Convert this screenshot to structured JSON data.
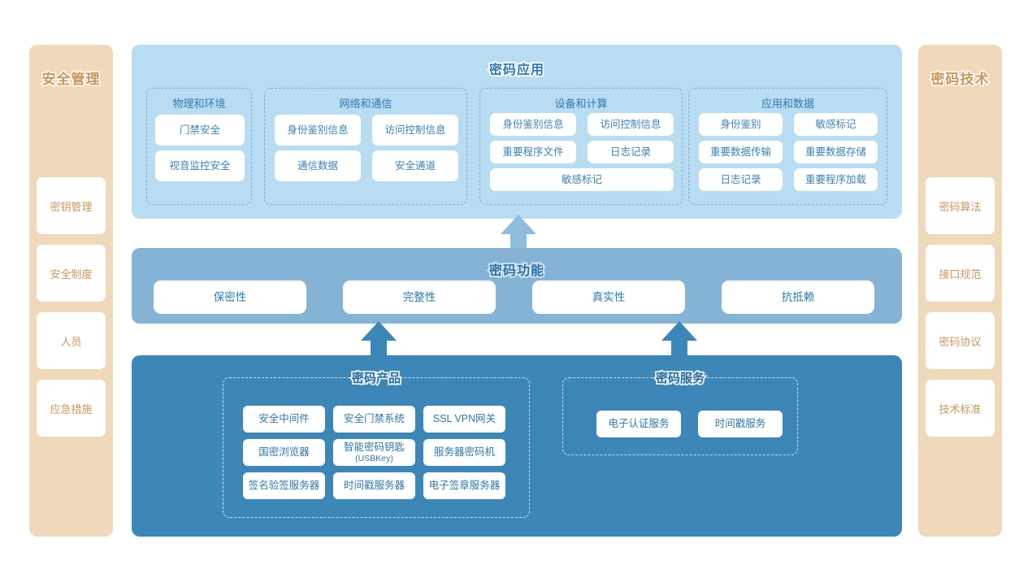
{
  "colors": {
    "sidebar_bg": "#f0d8ba",
    "sidebar_text": "#c9965b",
    "app_band": "#b8dcf2",
    "function_band": "#85b3d6",
    "product_band": "#3d87b8",
    "card_bg": "#ffffff",
    "blue_text": "#2f79b0",
    "dashed_border": "#7fb2d6"
  },
  "left_pillar": {
    "title": "安全管理",
    "items": [
      {
        "label": "密钥管理"
      },
      {
        "label": "安全制度"
      },
      {
        "label": "人员"
      },
      {
        "label": "应急措施"
      }
    ]
  },
  "right_pillar": {
    "title": "密码技术",
    "items": [
      {
        "label": "密码算法"
      },
      {
        "label": "接口规范"
      },
      {
        "label": "密码协议"
      },
      {
        "label": "技术标准"
      }
    ]
  },
  "application_layer": {
    "title": "密码应用",
    "groups": [
      {
        "title": "物理和环境",
        "items": [
          {
            "label": "门禁安全"
          },
          {
            "label": "视音监控安全"
          }
        ]
      },
      {
        "title": "网络和通信",
        "items": [
          {
            "label": "身份鉴别信息"
          },
          {
            "label": "访问控制信息"
          },
          {
            "label": "通信数据"
          },
          {
            "label": "安全通道"
          }
        ]
      },
      {
        "title": "设备和计算",
        "items": [
          {
            "label": "身份鉴别信息"
          },
          {
            "label": "访问控制信息"
          },
          {
            "label": "重要程序文件"
          },
          {
            "label": "日志记录"
          },
          {
            "label": "敏感标记"
          }
        ]
      },
      {
        "title": "应用和数据",
        "items": [
          {
            "label": "身份鉴别"
          },
          {
            "label": "敏感标记"
          },
          {
            "label": "重要数据传输"
          },
          {
            "label": "重要数据存储"
          },
          {
            "label": "日志记录"
          },
          {
            "label": "重要程序加载"
          }
        ]
      }
    ]
  },
  "function_layer": {
    "title": "密码功能",
    "items": [
      {
        "label": "保密性"
      },
      {
        "label": "完整性"
      },
      {
        "label": "真实性"
      },
      {
        "label": "抗抵赖"
      }
    ]
  },
  "product_layer": {
    "groups": [
      {
        "title": "密码产品",
        "items": [
          {
            "label": "安全中间件",
            "sub": ""
          },
          {
            "label": "安全门禁系统",
            "sub": ""
          },
          {
            "label": "SSL VPN网关",
            "sub": ""
          },
          {
            "label": "国密浏览器",
            "sub": ""
          },
          {
            "label": "智能密码钥匙",
            "sub": "(USBKey)"
          },
          {
            "label": "服务器密码机",
            "sub": ""
          },
          {
            "label": "签名验签服务器",
            "sub": ""
          },
          {
            "label": "时间戳服务器",
            "sub": ""
          },
          {
            "label": "电子签章服务器",
            "sub": ""
          }
        ]
      },
      {
        "title": "密码服务",
        "items": [
          {
            "label": "电子认证服务",
            "sub": ""
          },
          {
            "label": "时间戳服务",
            "sub": ""
          }
        ]
      }
    ]
  },
  "arrows": [
    {
      "name": "arrow-function-to-application",
      "color": "#8fbddc"
    },
    {
      "name": "arrow-product-to-function-left",
      "color": "#3d87b8"
    },
    {
      "name": "arrow-product-to-function-right",
      "color": "#3d87b8"
    }
  ]
}
